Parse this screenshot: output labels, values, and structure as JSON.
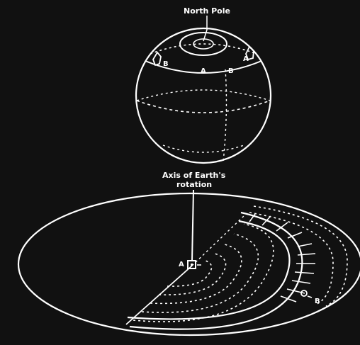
{
  "labels": {
    "north_pole": "North Pole",
    "axis_line1": "Axis of Earth's",
    "axis_line2": "rotation",
    "globe_a": "A",
    "globe_b_left": "B",
    "globe_b_right": "B",
    "disk_a": "A",
    "disk_b": "B"
  },
  "colors": {
    "background": "#111111",
    "stroke": "#ffffff"
  }
}
